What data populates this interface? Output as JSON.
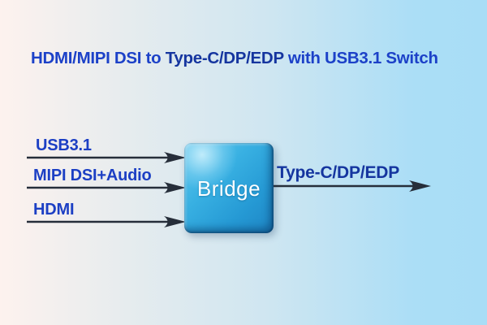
{
  "title": {
    "part1": "HDMI/MIPI DSI to ",
    "part2": "Type-C/DP/EDP",
    "part3": " with USB3.1 Switch"
  },
  "diagram": {
    "inputs": [
      {
        "label": "USB3.1"
      },
      {
        "label": "MIPI DSI+Audio"
      },
      {
        "label": "HDMI"
      }
    ],
    "bridge": {
      "label": "Bridge"
    },
    "output": {
      "label": "Type-C/DP/EDP"
    }
  },
  "colors": {
    "background_left": "#fdf2ee",
    "background_right": "#a8ddf6",
    "title_primary": "#1c41c8",
    "title_accent": "#15359f",
    "input_label": "#1c3fc4",
    "output_label": "#15359f",
    "arrow": "#262e3a",
    "bridge_gradient_top": "#62c9ee",
    "bridge_gradient_bottom": "#1e85c4",
    "bridge_text": "#ffffff"
  }
}
